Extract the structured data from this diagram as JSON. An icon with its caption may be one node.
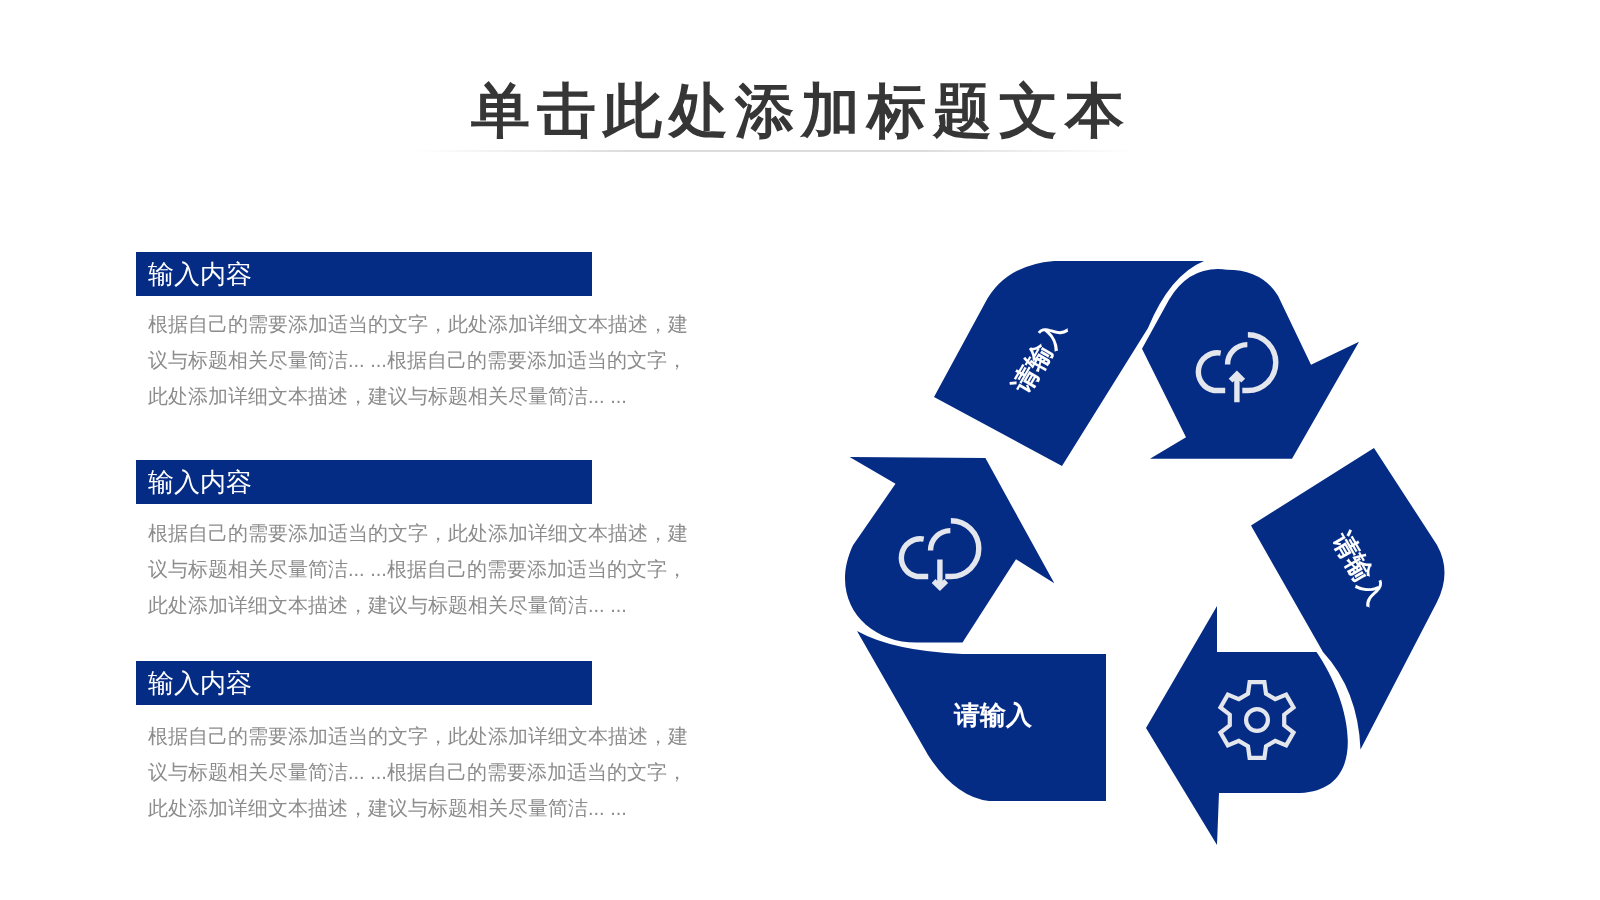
{
  "diagram": {
    "title": "单击此处添加标题文本",
    "nodes": [
      {
        "text": [
          "输入内容"
        ],
        "beside": [
          "根据自己的需要添加适当的文字，此处添加详细文本描述，建议与标题相关尽量简洁... ...根据自己的需要添加适当的文字，此处添加详细文本描述，建议与标题相关尽量简洁... ..."
        ]
      },
      {
        "text": [
          "输入内容"
        ],
        "beside": [
          "根据自己的需要添加适当的文字，此处添加详细文本描述，建议与标题相关尽量简洁... ...根据自己的需要添加适当的文字，此处添加详细文本描述，建议与标题相关尽量简洁... ..."
        ]
      },
      {
        "text": [
          "输入内容"
        ],
        "beside": [
          "根据自己的需要添加适当的文字，此处添加详细文本描述，建议与标题相关尽量简洁... ...根据自己的需要添加适当的文字，此处添加详细文本描述，建议与标题相关尽量简洁... ..."
        ]
      },
      {
        "text": [
          "请输入"
        ]
      },
      {
        "text": [],
        "shape": "arrow"
      },
      {
        "text": [
          "请输入"
        ]
      },
      {
        "text": [],
        "shape": "arrow"
      },
      {
        "text": [
          "请输入"
        ]
      },
      {
        "text": [],
        "shape": "arrow"
      }
    ]
  }
}
